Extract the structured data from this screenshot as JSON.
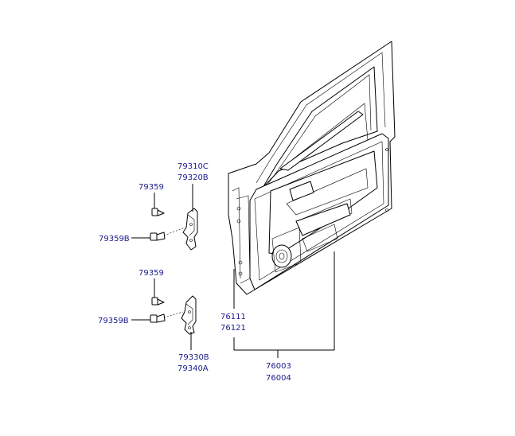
{
  "labels": {
    "p79310C": "79310C",
    "p79320B": "79320B",
    "p79359_upper": "79359",
    "p79359B_upper": "79359B",
    "p79359_lower": "79359",
    "p79359B_lower": "79359B",
    "p79330B": "79330B",
    "p79340A": "79340A",
    "p76111": "76111",
    "p76121": "76121",
    "p76003": "76003",
    "p76004": "76004"
  },
  "colors": {
    "label_text": "#1a1a8c",
    "line": "#000000",
    "background": "#ffffff"
  }
}
